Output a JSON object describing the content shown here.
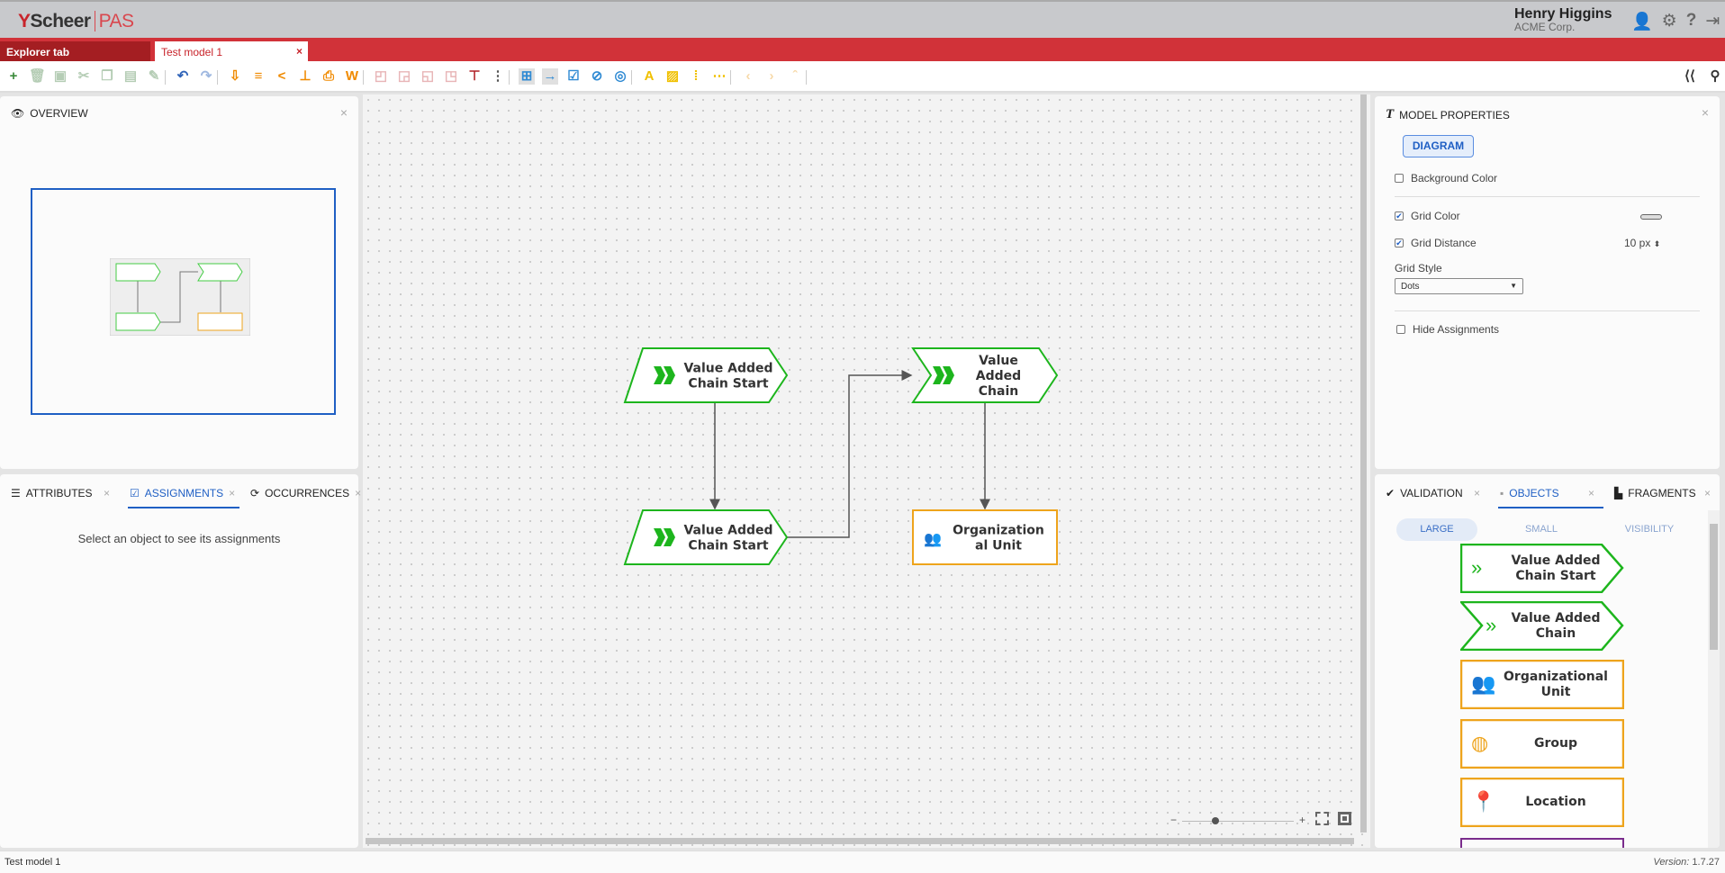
{
  "header": {
    "logo_brand": "Scheer",
    "logo_product": "PAS",
    "user_name": "Henry Higgins",
    "company": "ACME Corp.",
    "icons": [
      "user-icon",
      "gear-icon",
      "help-icon",
      "logout-icon"
    ]
  },
  "tabs": [
    {
      "label": "Explorer tab"
    },
    {
      "label": "Test model 1",
      "close": "×"
    }
  ],
  "toolbar": {
    "groups": [
      [
        "new",
        "delete",
        "duplicate",
        "cut",
        "copy",
        "paste",
        "format-painter"
      ],
      [
        "undo",
        "redo"
      ],
      [
        "import",
        "export-doc",
        "share",
        "pin",
        "print",
        "export-word"
      ],
      [
        "align-1",
        "align-2",
        "align-3",
        "align-4",
        "hierarchy",
        "more"
      ],
      [
        "grid",
        "connector",
        "check",
        "hide",
        "overlap"
      ],
      [
        "text",
        "image",
        "columns",
        "rows"
      ],
      [
        "back",
        "forward",
        "up"
      ]
    ],
    "right_icons": [
      "collapse-panel-icon",
      "search-icon"
    ]
  },
  "overview": {
    "title": "OVERVIEW",
    "close": "×"
  },
  "left_bottom": {
    "tabs": [
      {
        "label": "ATTRIBUTES",
        "icon": "list-icon"
      },
      {
        "label": "ASSIGNMENTS",
        "icon": "assignments-icon",
        "active": true
      },
      {
        "label": "OCCURRENCES",
        "icon": "occurrences-icon"
      }
    ],
    "close": "×",
    "empty_text": "Select an object to see its assignments"
  },
  "diagram": {
    "nodes": [
      {
        "id": "n1",
        "type": "value-added-chain-start",
        "label": "Value Added\nChain Start"
      },
      {
        "id": "n2",
        "type": "value-added-chain",
        "label": "Value\nAdded\nChain"
      },
      {
        "id": "n3",
        "type": "value-added-chain-start",
        "label": "Value Added\nChain Start"
      },
      {
        "id": "n4",
        "type": "organizational-unit",
        "label": "Organization\nal Unit"
      }
    ],
    "edges": [
      [
        "n1",
        "n3"
      ],
      [
        "n3",
        "n2"
      ],
      [
        "n2",
        "n4"
      ]
    ],
    "colors": {
      "green": "#1db51d",
      "orange": "#eea41c",
      "edge": "#555555"
    }
  },
  "zoom": {
    "minus": "−",
    "plus": "+",
    "level": 0.3
  },
  "model_properties": {
    "title": "MODEL PROPERTIES",
    "close": "×",
    "diagram_button": "DIAGRAM",
    "background_color": {
      "label": "Background Color",
      "checked": false
    },
    "grid_color": {
      "label": "Grid Color",
      "checked": true
    },
    "grid_distance": {
      "label": "Grid Distance",
      "checked": true,
      "value": "10 px"
    },
    "grid_style": {
      "label": "Grid Style",
      "value": "Dots"
    },
    "hide_assignments": {
      "label": "Hide Assignments",
      "checked": false
    }
  },
  "right_bottom": {
    "tabs": [
      {
        "label": "VALIDATION"
      },
      {
        "label": "OBJECTS",
        "active": true
      },
      {
        "label": "FRAGMENTS"
      }
    ],
    "close": "×",
    "subtabs": [
      "LARGE",
      "SMALL",
      "VISIBILITY"
    ],
    "objects": [
      {
        "label": "Value Added\nChain Start",
        "color": "#1db51d"
      },
      {
        "label": "Value Added\nChain",
        "color": "#1db51d"
      },
      {
        "label": "Organizational\nUnit",
        "color": "#eea41c"
      },
      {
        "label": "Group",
        "color": "#eea41c"
      },
      {
        "label": "Location",
        "color": "#eea41c"
      }
    ]
  },
  "status": {
    "model": "Test model 1",
    "version_label": "Version:",
    "version": "1.7.27"
  }
}
